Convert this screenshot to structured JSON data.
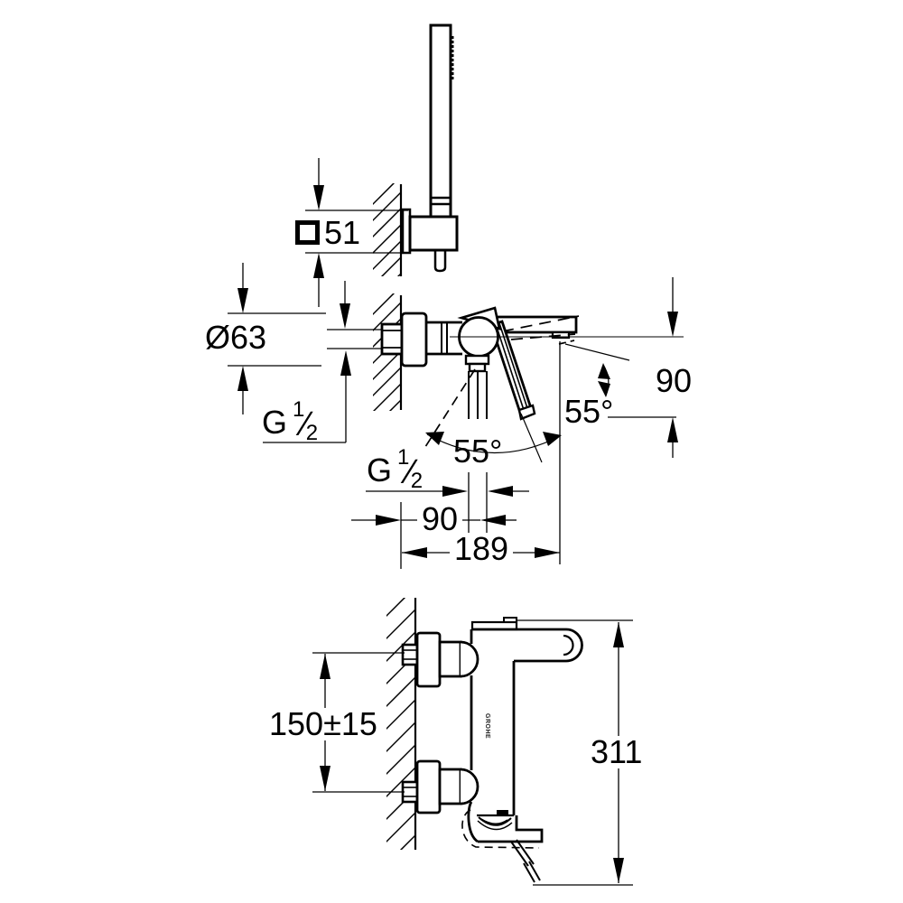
{
  "drawing": {
    "type": "technical-dimension-drawing",
    "subject": "wall-mounted single-lever bath mixer with hand shower holder",
    "colors": {
      "line": "#000000",
      "background": "#ffffff"
    },
    "views": [
      {
        "name": "hand-shower-in-wall-holder-side-view"
      },
      {
        "name": "mixer-front-view-with-handle-swing-angles"
      },
      {
        "name": "mixer-side-view-with-mounting-dimensions"
      }
    ],
    "dimensions": {
      "holder_square": {
        "symbol": "square-symbol",
        "value": "51"
      },
      "escutcheon_diameter": {
        "value": "Ø63"
      },
      "thread": {
        "g": "G",
        "numerator": "1",
        "slash": "⁄",
        "denominator": "2"
      },
      "angle_upper": {
        "value": "55°"
      },
      "angle_lower": {
        "value": "55°"
      },
      "spout_height": {
        "value": "90"
      },
      "wall_to_outlet": {
        "value": "90"
      },
      "spout_reach": {
        "value": "189"
      },
      "inlet_spacing": {
        "value": "150±15"
      },
      "total_height": {
        "value": "311"
      }
    },
    "logo": {
      "text": "GROHE"
    }
  }
}
